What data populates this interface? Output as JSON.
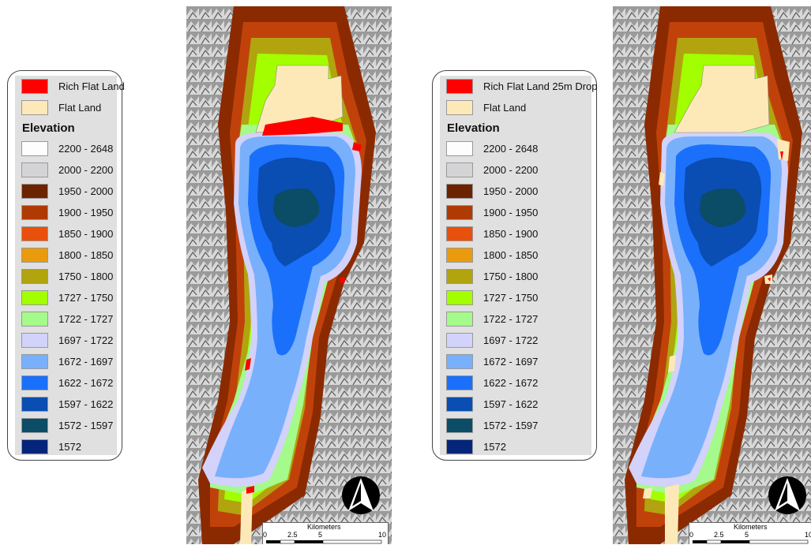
{
  "legends": [
    {
      "items": [
        {
          "label": "Rich Flat Land",
          "color": "#ff0000"
        },
        {
          "label": "Flat Land",
          "color": "#fde9b8"
        }
      ],
      "heading": "Elevation",
      "ranges": [
        {
          "label": "2200 - 2648",
          "color": "#fdfdfd"
        },
        {
          "label": "2000 - 2200",
          "color": "#d4d4d6"
        },
        {
          "label": "1950 - 2000",
          "color": "#6b2300"
        },
        {
          "label": "1900 - 1950",
          "color": "#b03a03"
        },
        {
          "label": "1850 - 1900",
          "color": "#e8500b"
        },
        {
          "label": "1800 - 1850",
          "color": "#e99b0d"
        },
        {
          "label": "1750 - 1800",
          "color": "#b1a40f"
        },
        {
          "label": "1727 - 1750",
          "color": "#a3ff00"
        },
        {
          "label": "1722 - 1727",
          "color": "#a4fa8a"
        },
        {
          "label": "1697 - 1722",
          "color": "#d2d2fa"
        },
        {
          "label": "1672 - 1697",
          "color": "#79b0fb"
        },
        {
          "label": "1622 - 1672",
          "color": "#1a70fb"
        },
        {
          "label": "1597 - 1622",
          "color": "#0a4db3"
        },
        {
          "label": "1572 - 1597",
          "color": "#0b4c66"
        },
        {
          "label": "1572",
          "color": "#05257a"
        }
      ]
    },
    {
      "items": [
        {
          "label": "Rich Flat Land 25m Drop",
          "color": "#ff0000"
        },
        {
          "label": "Flat Land",
          "color": "#fde9b8"
        }
      ],
      "heading": "Elevation",
      "ranges": [
        {
          "label": "2200 - 2648",
          "color": "#fdfdfd"
        },
        {
          "label": "2000 - 2200",
          "color": "#d4d4d6"
        },
        {
          "label": "1950 - 2000",
          "color": "#6b2300"
        },
        {
          "label": "1900 - 1950",
          "color": "#b03a03"
        },
        {
          "label": "1850 - 1900",
          "color": "#e8500b"
        },
        {
          "label": "1800 - 1850",
          "color": "#e99b0d"
        },
        {
          "label": "1750 - 1800",
          "color": "#b1a40f"
        },
        {
          "label": "1727 - 1750",
          "color": "#a3ff00"
        },
        {
          "label": "1722 - 1727",
          "color": "#a4fa8a"
        },
        {
          "label": "1697 - 1722",
          "color": "#d2d2fa"
        },
        {
          "label": "1672 - 1697",
          "color": "#79b0fb"
        },
        {
          "label": "1622 - 1672",
          "color": "#1a70fb"
        },
        {
          "label": "1597 - 1622",
          "color": "#0a4db3"
        },
        {
          "label": "1572 - 1597",
          "color": "#0b4c66"
        },
        {
          "label": "1572",
          "color": "#05257a"
        }
      ]
    }
  ],
  "maps": [
    {
      "scalebar": {
        "title": "Kilometers",
        "ticks": [
          "0",
          "2.5",
          "5",
          "10"
        ]
      },
      "shows_rich_flat_land": true
    },
    {
      "scalebar": {
        "title": "Kilometers",
        "ticks": [
          "0",
          "2.5",
          "5",
          "10"
        ]
      },
      "shows_rich_flat_land": false
    }
  ],
  "icons": {
    "north_arrow": "north-arrow-icon"
  }
}
